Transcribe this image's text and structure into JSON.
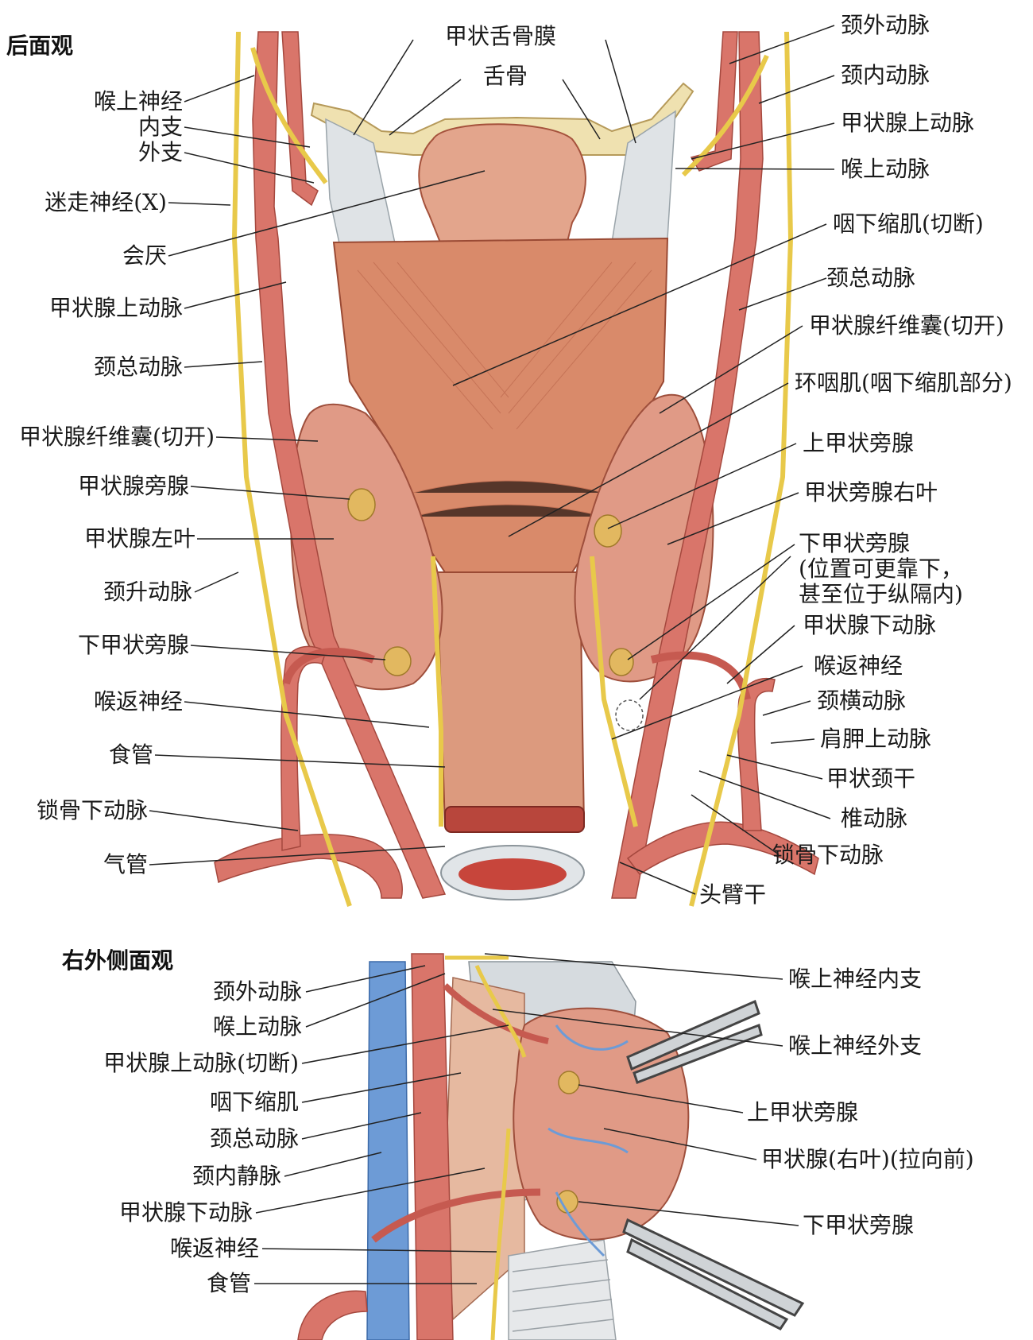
{
  "posterior": {
    "title": "后面观",
    "left_labels": [
      "喉上神经",
      "内支",
      "外支",
      "迷走神经(X)",
      "会厌",
      "甲状腺上动脉",
      "颈总动脉",
      "甲状腺纤维囊(切开)",
      "甲状腺旁腺",
      "甲状腺左叶",
      "颈升动脉",
      "下甲状旁腺",
      "喉返神经",
      "食管",
      "锁骨下动脉",
      "气管"
    ],
    "top_labels": [
      "甲状舌骨膜",
      "舌骨"
    ],
    "right_labels": [
      "颈外动脉",
      "颈内动脉",
      "甲状腺上动脉",
      "喉上动脉",
      "咽下缩肌(切断)",
      "颈总动脉",
      "甲状腺纤维囊(切开)",
      "环咽肌(咽下缩肌部分)",
      "上甲状旁腺",
      "甲状旁腺右叶",
      "下甲状旁腺",
      "(位置可更靠下，",
      "甚至位于纵隔内)",
      "甲状腺下动脉",
      "喉返神经",
      "颈横动脉",
      "肩胛上动脉",
      "甲状颈干",
      "椎动脉",
      "锁骨下动脉",
      "头臂干"
    ]
  },
  "lateral": {
    "title": "右外侧面观",
    "left_labels": [
      "颈外动脉",
      "喉上动脉",
      "甲状腺上动脉(切断)",
      "咽下缩肌",
      "颈总动脉",
      "颈内静脉",
      "甲状腺下动脉",
      "喉返神经",
      "食管"
    ],
    "right_labels": [
      "喉上神经内支",
      "喉上神经外支",
      "上甲状旁腺",
      "甲状腺(右叶)(拉向前)",
      "下甲状旁腺"
    ]
  },
  "colors": {
    "artery": "#d9756a",
    "artery_dark": "#b8463c",
    "vein": "#6d9bd6",
    "nerve": "#e8c94a",
    "muscle": "#d98a6a",
    "thyroid": "#e09a86",
    "parathyroid": "#e2b860",
    "bone": "#efe1b0",
    "membrane": "#dfe3e6"
  }
}
